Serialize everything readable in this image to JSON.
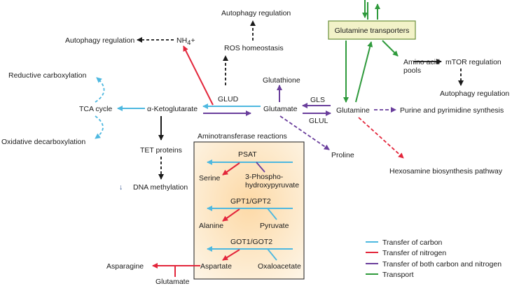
{
  "colors": {
    "carbon": "#4db8e0",
    "nitrogen": "#e3263b",
    "both": "#6a3e9c",
    "transport": "#2f9a3c",
    "black": "#1a1a1a",
    "box_fill": "#fdf2dd",
    "box_inner": "#fde3bf",
    "transporter_fill": "#f2f2c8",
    "transporter_border": "#6a8f3a"
  },
  "nodes": {
    "glutamine_transporters": "Glutamine transporters",
    "autophagy_reg_1": "Autophagy regulation",
    "autophagy_reg_2": "Autophagy regulation",
    "autophagy_reg_3": "Autophagy regulation",
    "nh4": "NH",
    "nh4_sub": "4",
    "nh4_plus": "+",
    "ros": "ROS homeostasis",
    "glutathione": "Glutathione",
    "amino_acid_pools_1": "Amino acid",
    "amino_acid_pools_2": "pools",
    "mtor": "mTOR regulation",
    "reductive": "Reductive carboxylation",
    "tca": "TCA cycle",
    "oxidative": "Oxidative decarboxylation",
    "akg": "α-Ketoglutarate",
    "glud": "GLUD",
    "glutamate": "Glutamate",
    "gls": "GLS",
    "glul": "GLUL",
    "glutamine": "Glutamine",
    "purine": "Purine and pyrimidine synthesis",
    "proline": "Proline",
    "hexosamine": "Hexosamine biosynthesis pathway",
    "tet": "TET proteins",
    "dna_arrow": "↓",
    "dna": "DNA methylation",
    "aminotransferase": "Aminotransferase reactions",
    "psat": "PSAT",
    "serine": "Serine",
    "phospho_1": "3-Phospho-",
    "phospho_2": "hydroxypyruvate",
    "gpt": "GPT1/GPT2",
    "alanine": "Alanine",
    "pyruvate": "Pyruvate",
    "got": "GOT1/GOT2",
    "aspartate": "Aspartate",
    "oxaloacetate": "Oxaloacetate",
    "asparagine": "Asparagine",
    "glutamate_bottom": "Glutamate"
  },
  "legend": [
    {
      "label": "Transfer of carbon",
      "color": "#4db8e0"
    },
    {
      "label": "Transfer of nitrogen",
      "color": "#e3263b"
    },
    {
      "label": "Transfer of both carbon and nitrogen",
      "color": "#6a3e9c"
    },
    {
      "label": "Transport",
      "color": "#2f9a3c"
    }
  ]
}
